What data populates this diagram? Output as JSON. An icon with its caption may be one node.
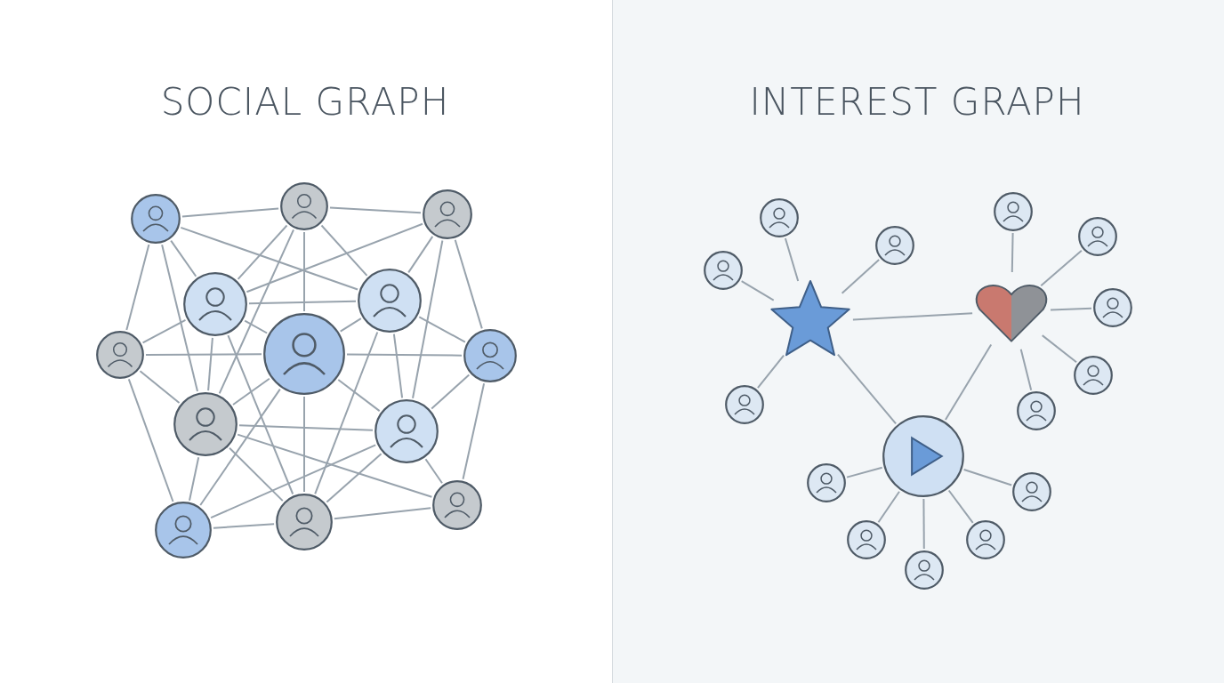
{
  "diagram": {
    "nodes": [
      {
        "text": [],
        "shape": "circle"
      },
      {
        "text": [],
        "shape": "circle"
      },
      {
        "text": [],
        "shape": "circle"
      },
      {
        "text": [],
        "shape": "circle"
      },
      {
        "text": [],
        "shape": "circle"
      },
      {
        "text": [],
        "shape": "circle"
      },
      {
        "text": [],
        "shape": "circle"
      },
      {
        "text": [],
        "shape": "circle"
      },
      {
        "text": [],
        "shape": "circle"
      },
      {
        "text": [],
        "shape": "circle"
      },
      {
        "text": [],
        "shape": "circle"
      },
      {
        "text": [],
        "shape": "circle"
      },
      {
        "text": [],
        "shape": "circle"
      },
      {
        "text": [],
        "shape": "star"
      },
      {
        "text": [],
        "shape": "heart"
      },
      {
        "text": [],
        "shape": "circle"
      },
      {
        "text": [],
        "shape": "circle"
      },
      {
        "text": [],
        "shape": "circle"
      },
      {
        "text": [],
        "shape": "circle"
      },
      {
        "text": [],
        "shape": "circle"
      },
      {
        "text": [],
        "shape": "circle"
      },
      {
        "text": [],
        "shape": "circle"
      },
      {
        "text": [],
        "shape": "circle"
      },
      {
        "text": [],
        "shape": "circle"
      },
      {
        "text": [],
        "shape": "circle"
      },
      {
        "text": [],
        "shape": "circle"
      },
      {
        "text": [],
        "shape": "circle"
      },
      {
        "text": [],
        "shape": "circle"
      },
      {
        "text": [],
        "shape": "circle"
      },
      {
        "text": [],
        "shape": "circle"
      }
    ],
    "edges": [
      {
        "from": 0,
        "to": 1,
        "arrow": "none"
      },
      {
        "from": 1,
        "to": 2,
        "arrow": "none"
      },
      {
        "from": 0,
        "to": 5,
        "arrow": "none"
      },
      {
        "from": 0,
        "to": 8,
        "arrow": "none"
      },
      {
        "from": 0,
        "to": 3,
        "arrow": "none"
      },
      {
        "from": 0,
        "to": 4,
        "arrow": "none"
      },
      {
        "from": 1,
        "to": 3,
        "arrow": "none"
      },
      {
        "from": 1,
        "to": 8,
        "arrow": "none"
      },
      {
        "from": 1,
        "to": 6,
        "arrow": "none"
      },
      {
        "from": 1,
        "to": 4,
        "arrow": "none"
      },
      {
        "from": 2,
        "to": 3,
        "arrow": "none"
      },
      {
        "from": 2,
        "to": 4,
        "arrow": "none"
      },
      {
        "from": 2,
        "to": 9,
        "arrow": "none"
      },
      {
        "from": 2,
        "to": 7,
        "arrow": "none"
      },
      {
        "from": 3,
        "to": 4,
        "arrow": "none"
      },
      {
        "from": 3,
        "to": 5,
        "arrow": "none"
      },
      {
        "from": 3,
        "to": 6,
        "arrow": "none"
      },
      {
        "from": 3,
        "to": 8,
        "arrow": "none"
      },
      {
        "from": 3,
        "to": 11,
        "arrow": "none"
      },
      {
        "from": 4,
        "to": 6,
        "arrow": "none"
      },
      {
        "from": 4,
        "to": 9,
        "arrow": "none"
      },
      {
        "from": 4,
        "to": 11,
        "arrow": "none"
      },
      {
        "from": 4,
        "to": 7,
        "arrow": "none"
      },
      {
        "from": 5,
        "to": 6,
        "arrow": "none"
      },
      {
        "from": 6,
        "to": 7,
        "arrow": "none"
      },
      {
        "from": 5,
        "to": 8,
        "arrow": "none"
      },
      {
        "from": 5,
        "to": 10,
        "arrow": "none"
      },
      {
        "from": 6,
        "to": 8,
        "arrow": "none"
      },
      {
        "from": 6,
        "to": 11,
        "arrow": "none"
      },
      {
        "from": 6,
        "to": 10,
        "arrow": "none"
      },
      {
        "from": 6,
        "to": 9,
        "arrow": "none"
      },
      {
        "from": 8,
        "to": 9,
        "arrow": "none"
      },
      {
        "from": 8,
        "to": 11,
        "arrow": "none"
      },
      {
        "from": 8,
        "to": 12,
        "arrow": "none"
      },
      {
        "from": 8,
        "to": 10,
        "arrow": "none"
      },
      {
        "from": 9,
        "to": 10,
        "arrow": "none"
      },
      {
        "from": 9,
        "to": 11,
        "arrow": "none"
      },
      {
        "from": 9,
        "to": 7,
        "arrow": "none"
      },
      {
        "from": 9,
        "to": 12,
        "arrow": "none"
      },
      {
        "from": 7,
        "to": 12,
        "arrow": "none"
      },
      {
        "from": 10,
        "to": 11,
        "arrow": "none"
      },
      {
        "from": 11,
        "to": 12,
        "arrow": "none"
      },
      {
        "from": 13,
        "to": 14,
        "arrow": "none"
      },
      {
        "from": 13,
        "to": 15,
        "arrow": "none"
      },
      {
        "from": 14,
        "to": 15,
        "arrow": "none"
      },
      {
        "from": 16,
        "to": 13,
        "arrow": "none"
      },
      {
        "from": 17,
        "to": 13,
        "arrow": "none"
      },
      {
        "from": 18,
        "to": 13,
        "arrow": "none"
      },
      {
        "from": 19,
        "to": 13,
        "arrow": "none"
      },
      {
        "from": 20,
        "to": 14,
        "arrow": "none"
      },
      {
        "from": 21,
        "to": 14,
        "arrow": "none"
      },
      {
        "from": 22,
        "to": 14,
        "arrow": "none"
      },
      {
        "from": 23,
        "to": 14,
        "arrow": "none"
      },
      {
        "from": 24,
        "to": 14,
        "arrow": "none"
      },
      {
        "from": 25,
        "to": 15,
        "arrow": "none"
      },
      {
        "from": 26,
        "to": 15,
        "arrow": "none"
      },
      {
        "from": 27,
        "to": 15,
        "arrow": "none"
      },
      {
        "from": 28,
        "to": 15,
        "arrow": "none"
      },
      {
        "from": 29,
        "to": 15,
        "arrow": "none"
      }
    ],
    "labels": [
      "SOCIAL GRAPH",
      "INTEREST GRAPH"
    ]
  }
}
